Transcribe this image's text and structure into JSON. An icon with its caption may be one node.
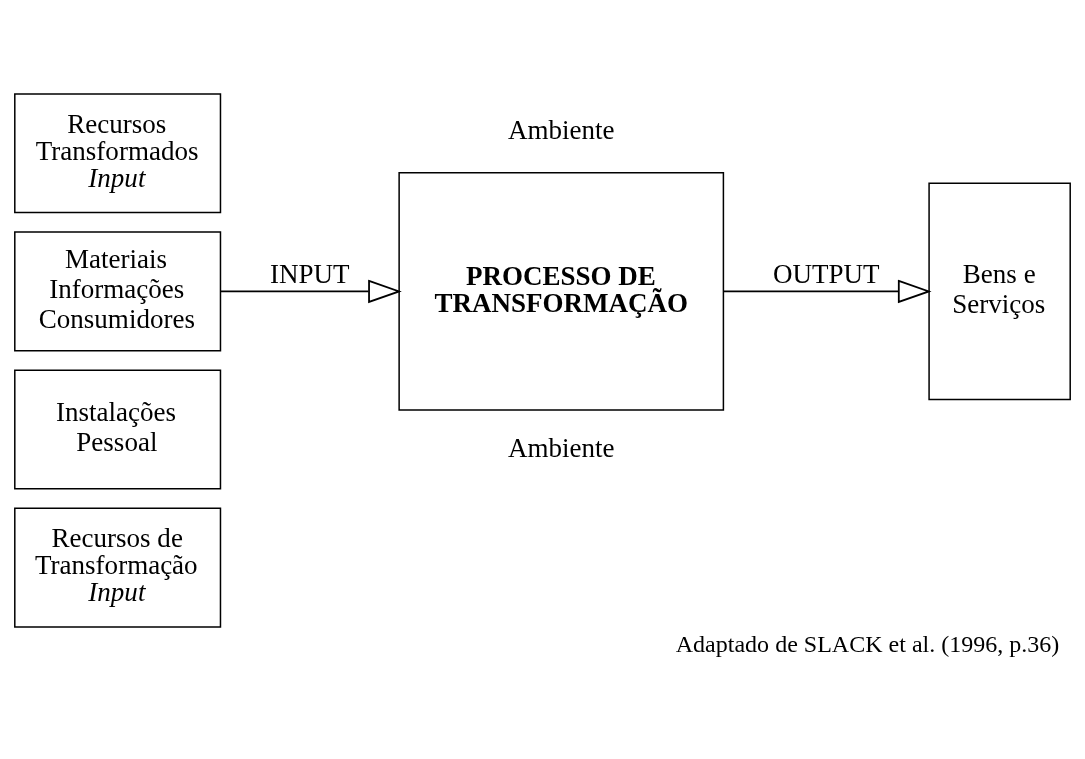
{
  "diagram": {
    "caption": "Adaptado de SLACK et al. (1996, p.36)",
    "nodes": [
      {
        "text": [
          "Recursos Transformados",
          "Input"
        ]
      },
      {
        "text": [
          "Materiais Informações Consumidores"
        ]
      },
      {
        "text": [
          "Instalações Pessoal"
        ]
      },
      {
        "text": [
          "Recursos de Transformação",
          "Input"
        ]
      },
      {
        "text": [
          "PROCESSO DE TRANSFORMAÇÃO"
        ]
      },
      {
        "text": [
          "Bens e Serviços"
        ]
      }
    ],
    "edges": [
      {
        "from": 1,
        "to": 4,
        "arrow": "to",
        "label": "INPUT"
      },
      {
        "from": 4,
        "to": 5,
        "arrow": "to",
        "label": "OUTPUT"
      }
    ],
    "labels": [
      "Ambiente",
      "Ambiente"
    ]
  }
}
